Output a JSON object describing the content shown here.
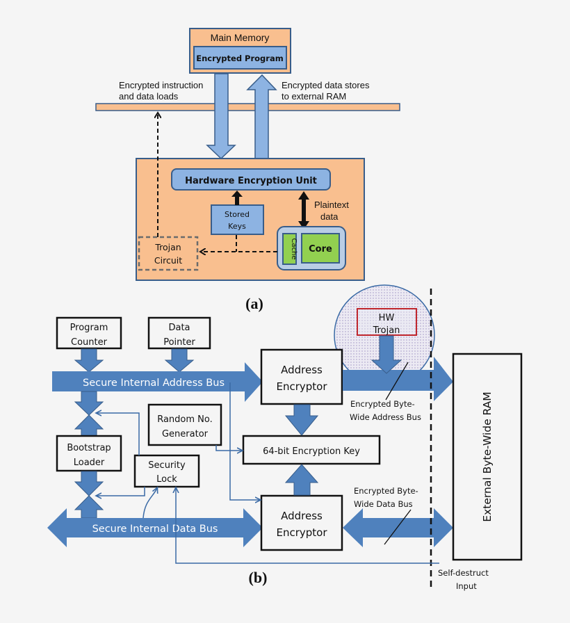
{
  "figure_a": {
    "caption": "(a)",
    "main_memory": "Main Memory",
    "encrypted_program": "Encrypted Program",
    "label_loads_1": "Encrypted instruction",
    "label_loads_2": "and data loads",
    "label_stores_1": "Encrypted data stores",
    "label_stores_2": "to external RAM",
    "hw_encryption_unit": "Hardware Encryption Unit",
    "stored_keys_1": "Stored",
    "stored_keys_2": "Keys",
    "plaintext_1": "Plaintext",
    "plaintext_2": "data",
    "trojan_1": "Trojan",
    "trojan_2": "Circuit",
    "cache": "Cache",
    "core": "Core"
  },
  "figure_b": {
    "caption": "(b)",
    "program_counter_1": "Program",
    "program_counter_2": "Counter",
    "data_pointer_1": "Data",
    "data_pointer_2": "Pointer",
    "address_bus": "Secure Internal Address Bus",
    "data_bus": "Secure Internal Data Bus",
    "bootstrap_1": "Bootstrap",
    "bootstrap_2": "Loader",
    "rng_1": "Random No.",
    "rng_2": "Generator",
    "security_lock_1": "Security",
    "security_lock_2": "Lock",
    "encryption_key": "64-bit Encryption  Key",
    "addr_enc_top_1": "Address",
    "addr_enc_top_2": "Encryptor",
    "addr_enc_bot_1": "Address",
    "addr_enc_bot_2": "Encryptor",
    "hw_trojan_1": "HW",
    "hw_trojan_2": "Trojan",
    "enc_addr_bus_1": "Encrypted Byte-",
    "enc_addr_bus_2": "Wide Address Bus",
    "enc_data_bus_1": "Encrypted Byte-",
    "enc_data_bus_2": "Wide Data Bus",
    "external_ram": "External Byte-Wide RAM",
    "self_destruct_1": "Self-destruct",
    "self_destruct_2": "Input"
  },
  "colors": {
    "orange": "#f9bf8f",
    "light_blue": "#8db3e2",
    "blue_stroke": "#385d8a",
    "bus_blue": "#4f81bd",
    "green": "#92d050",
    "trojan_red": "#c0272d"
  }
}
